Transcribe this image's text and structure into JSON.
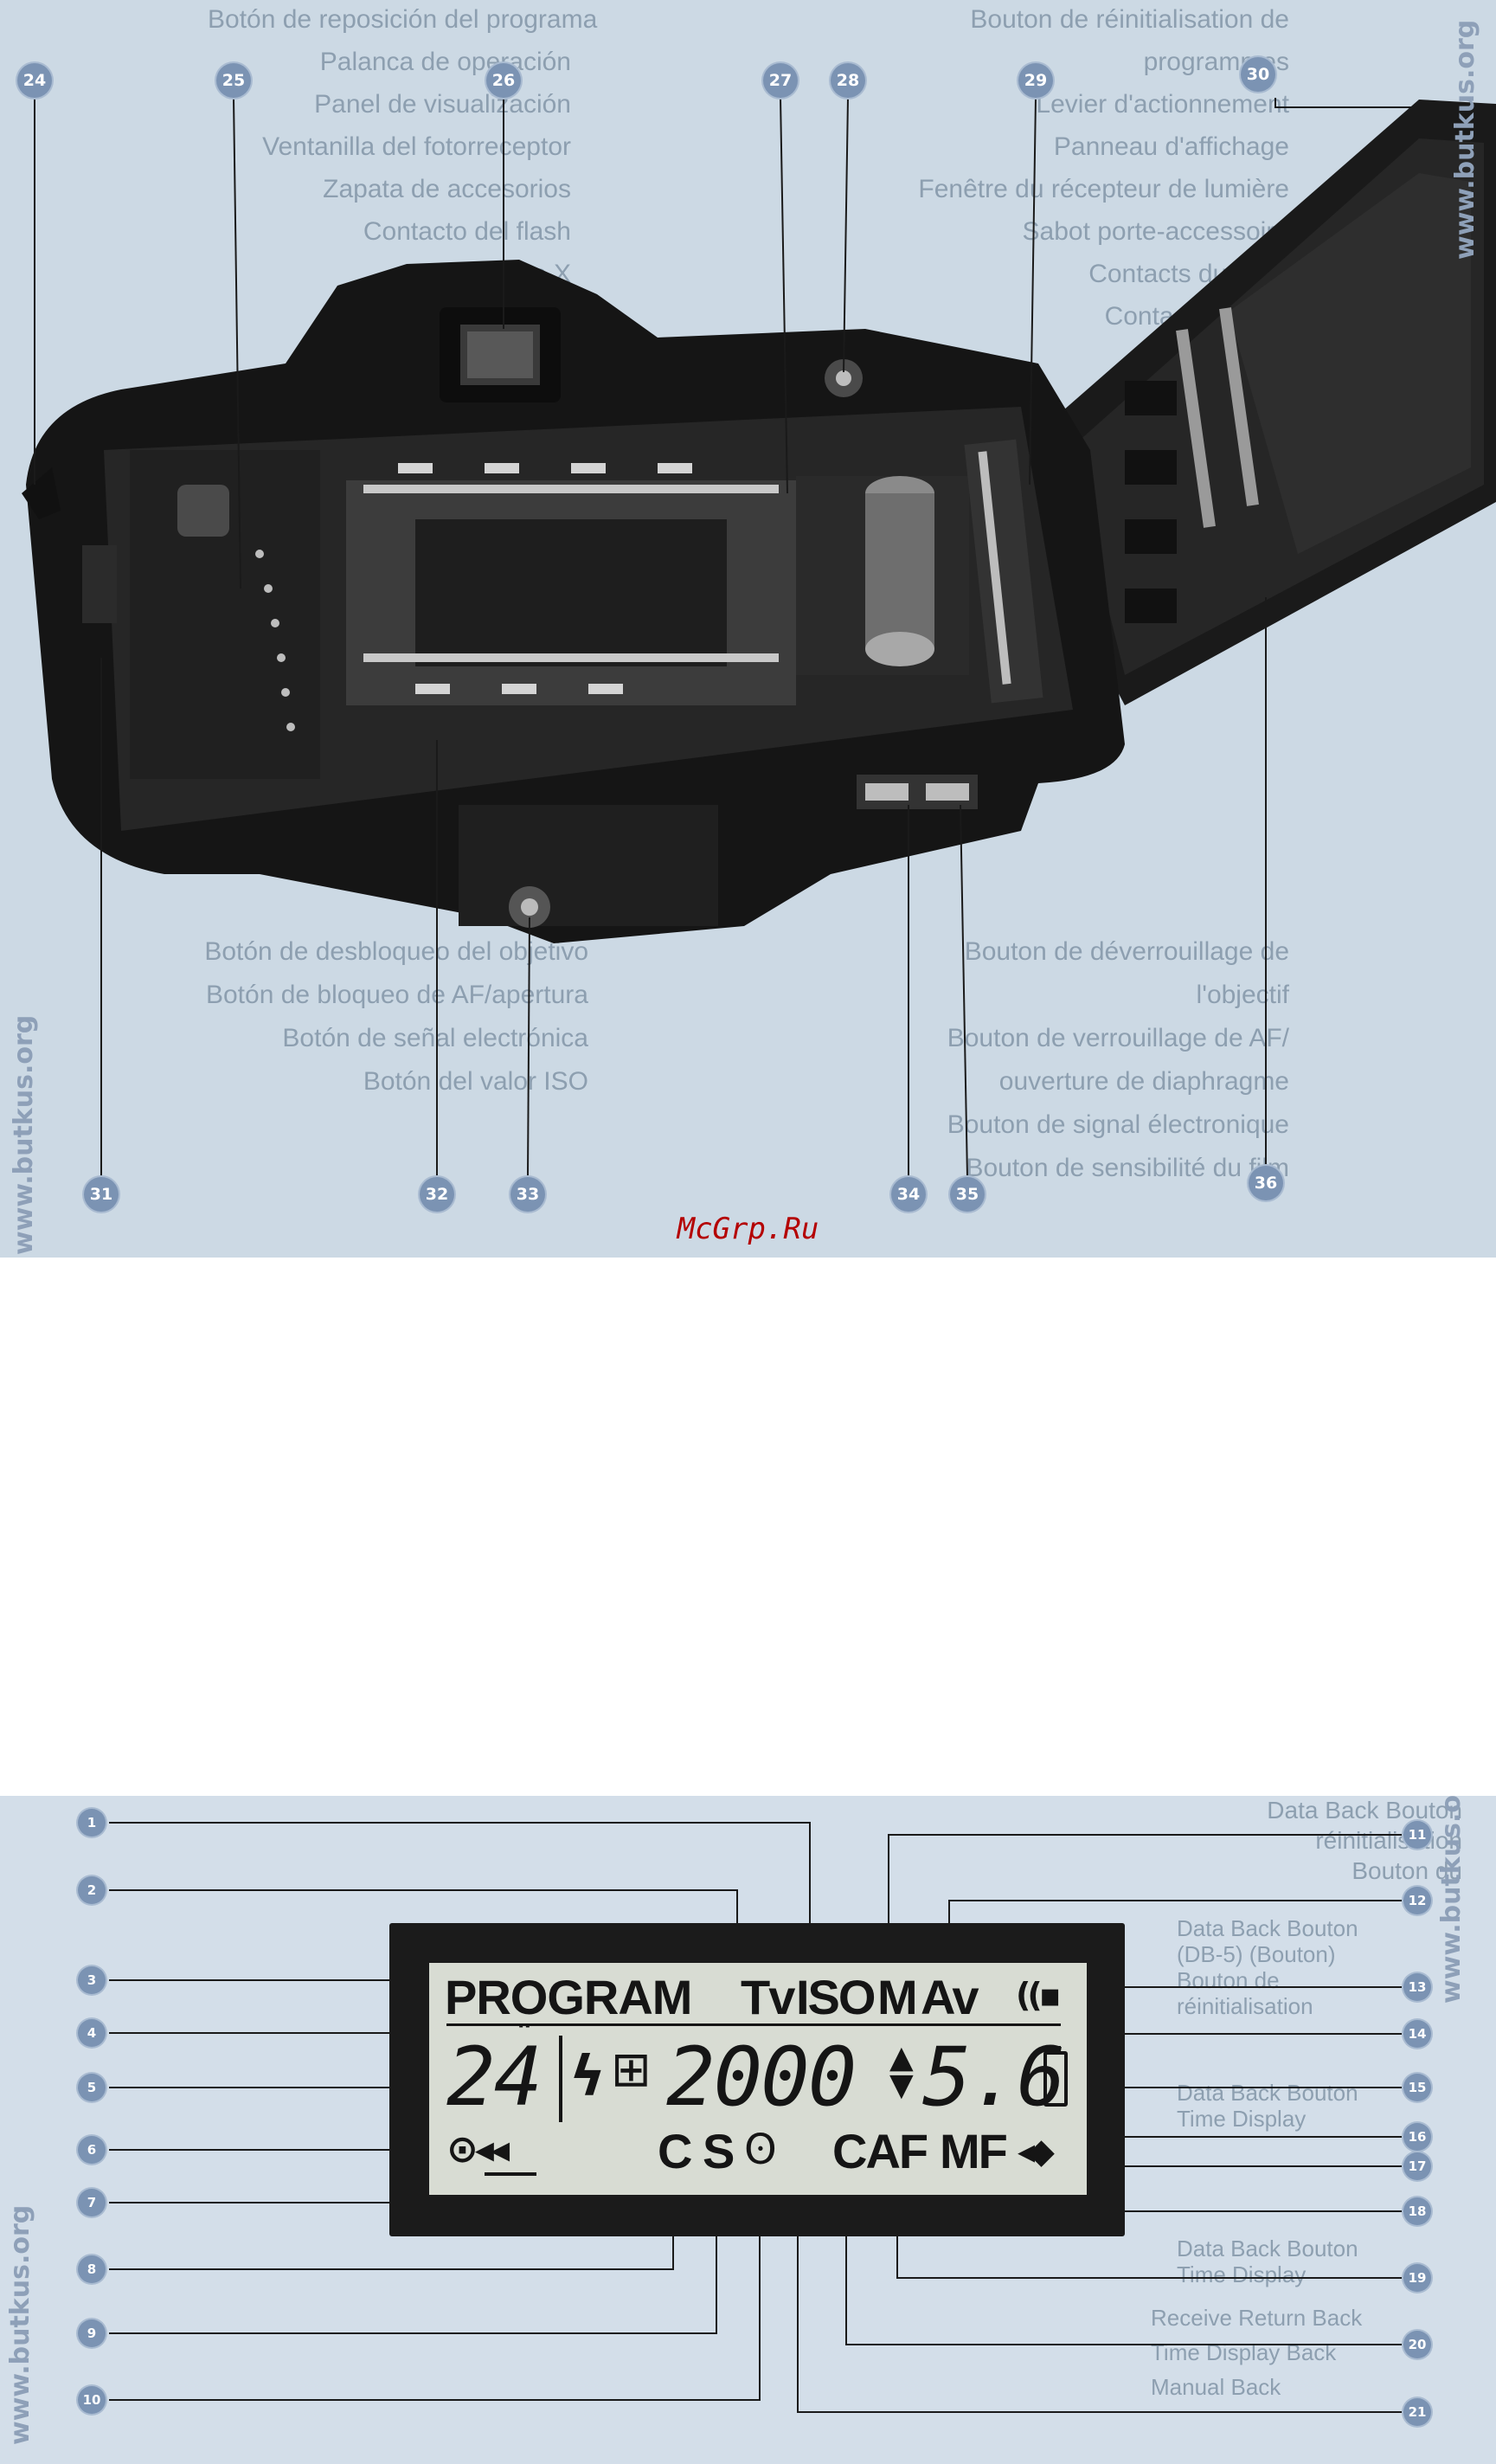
{
  "watermark": "www.butkus.org",
  "credit": "McGrp.Ru",
  "top_panel": {
    "callouts": [
      "24",
      "25",
      "26",
      "27",
      "28",
      "29",
      "30",
      "31",
      "32",
      "33",
      "34",
      "35",
      "36"
    ],
    "ghost_text_left": [
      "Botón de reposición del programa",
      "Palanca de operación",
      "Panel de visualización",
      "Ventanilla del fotorreceptor",
      "Zapata de accesorios",
      "Contacto del flash",
      "Contacto X"
    ],
    "ghost_text_left_lower": [
      "Botón de desbloqueo del objetivo",
      "Botón de bloqueo de AF/apertura",
      "Botón de señal electrónica",
      "Botón del valor ISO"
    ],
    "ghost_text_right": [
      "Bouton de réinitialisation de",
      "programmes",
      "Levier d'actionnement",
      "Panneau d'affichage",
      "Fenêtre du récepteur de lumière",
      "Sabot porte-accessoire",
      "Contacts du flash",
      "Contact X direct"
    ],
    "ghost_text_right_lower": [
      "Bouton de déverrouillage de",
      "l'objectif",
      "Bouton de verrouillage de AF/",
      "ouverture de diaphragme",
      "Bouton de signal électronique",
      "Bouton de sensibilité du film"
    ]
  },
  "lcd": {
    "mode_labels": [
      "PROGRAM",
      "Tv",
      "ISO",
      "M",
      "Av"
    ],
    "frame_counter": "24",
    "frame_tick": "¨",
    "flash_symbol": "ϟ",
    "exposure_comp_symbol": "⊞",
    "shutter_value": "2000",
    "arrow_symbol": "▲▼",
    "aperture_value": "5.6",
    "cable_symbol": "((▪",
    "film_symbol": "⊙◂◂",
    "drive_labels": [
      "C",
      "S"
    ],
    "self_timer_symbol": "ʘ",
    "focus_labels": [
      "CAF",
      "MF"
    ],
    "focus_arrow_symbol": "◂◆"
  },
  "bottom_panel": {
    "callouts_left": [
      "1",
      "2",
      "3",
      "4",
      "5",
      "6",
      "7",
      "8",
      "9",
      "10"
    ],
    "callouts_right": [
      "11",
      "12",
      "13",
      "14",
      "15",
      "16",
      "17",
      "18",
      "19",
      "20",
      "21"
    ],
    "ghost_text_right": [
      "Data Back Bouton",
      "(DB-5) (Bouton)",
      "Bouton de",
      "réinitialisation",
      "Data Back Bouton",
      "Time Display",
      "Data Back Bouton",
      "Time Display",
      "Receive Return Back",
      "Time Display Back",
      "Manual Back"
    ],
    "ghost_text_top_right": [
      "Data Back Bouton",
      "réinitialisation",
      "Bouton du"
    ]
  },
  "colors": {
    "top_panel_bg": "#ccd9e4",
    "bottom_panel_bg": "#d3dee9",
    "callout": "#7b93b3",
    "lcd_frame": "#1b1b1b",
    "lcd_screen": "#d8dcd3",
    "credit": "#b40000"
  }
}
